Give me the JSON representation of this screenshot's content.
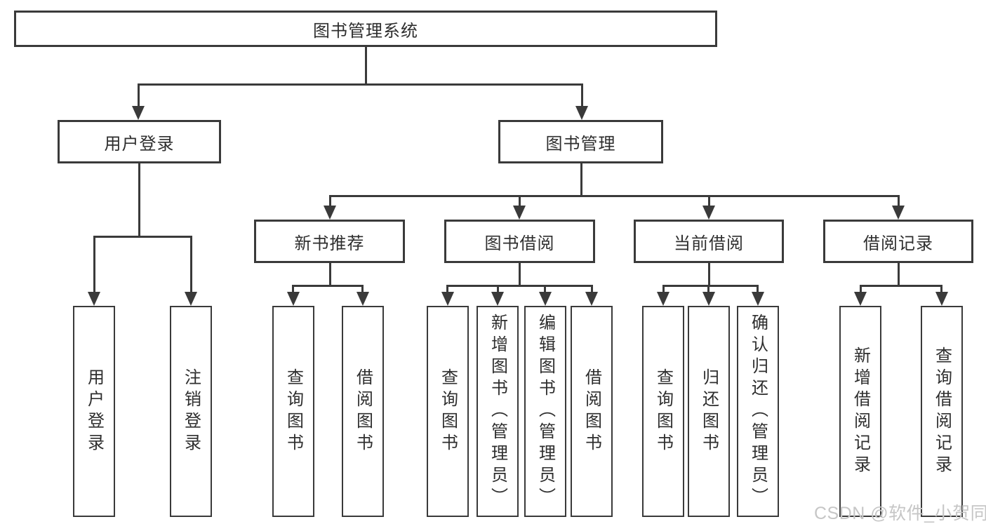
{
  "diagram_title": "图书管理系统",
  "tree": {
    "root": {
      "label": "图书管理系统"
    },
    "level2": [
      {
        "label": "用户登录"
      },
      {
        "label": "图书管理"
      }
    ],
    "level3": [
      {
        "label": "新书推荐",
        "parent": "图书管理"
      },
      {
        "label": "图书借阅",
        "parent": "图书管理"
      },
      {
        "label": "当前借阅",
        "parent": "图书管理"
      },
      {
        "label": "借阅记录",
        "parent": "图书管理"
      }
    ],
    "leaves": [
      {
        "label": "用户登录",
        "parent": "用户登录"
      },
      {
        "label": "注销登录",
        "parent": "用户登录"
      },
      {
        "label": "查询图书",
        "parent": "新书推荐"
      },
      {
        "label": "借阅图书",
        "parent": "新书推荐"
      },
      {
        "label": "查询图书",
        "parent": "图书借阅"
      },
      {
        "label": "新增图书（管理员）",
        "parent": "图书借阅"
      },
      {
        "label": "编辑图书（管理员）",
        "parent": "图书借阅"
      },
      {
        "label": "借阅图书",
        "parent": "图书借阅"
      },
      {
        "label": "查询图书",
        "parent": "当前借阅"
      },
      {
        "label": "归还图书",
        "parent": "当前借阅"
      },
      {
        "label": "确认归还（管理员）",
        "parent": "当前借阅"
      },
      {
        "label": "新增借阅记录",
        "parent": "借阅记录"
      },
      {
        "label": "查询借阅记录",
        "parent": "借阅记录"
      }
    ]
  },
  "watermark": {
    "text": "CSDN @软件_小贺同学"
  },
  "colors": {
    "line": "#3a3a3a",
    "text": "#2e2e2e",
    "watermark": "#c6c6c6",
    "background": "#ffffff"
  }
}
